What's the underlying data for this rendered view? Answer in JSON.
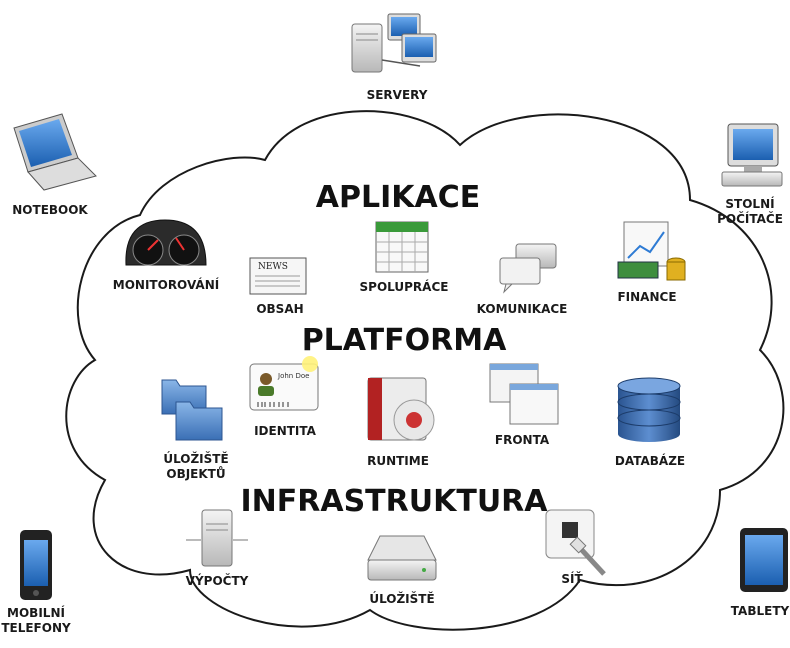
{
  "sections": {
    "applications": "APLIKACE",
    "platform": "PLATFORMA",
    "infrastructure": "INFRASTRUKTURA"
  },
  "devices": {
    "servers": "SERVERY",
    "notebook": "NOTEBOOK",
    "desktops": [
      "STOLNÍ",
      "POČÍTAČE"
    ],
    "phones": [
      "MOBILNÍ",
      "TELEFONY"
    ],
    "tablets": "TABLETY"
  },
  "applications": {
    "monitoring": "MONITOROVÁNÍ",
    "content": "OBSAH",
    "collaboration": "SPOLUPRÁCE",
    "communication": "KOMUNIKACE",
    "finance": "FINANCE"
  },
  "platform": {
    "object_storage": [
      "ÚLOŽIŠTĚ",
      "OBJEKTŮ"
    ],
    "identity": "IDENTITA",
    "runtime": "RUNTIME",
    "queue": "FRONTA",
    "database": "DATABÁZE"
  },
  "infrastructure": {
    "compute": "VÝPOČTY",
    "storage": "ÚLOŽIŠTĚ",
    "network": "SÍŤ"
  },
  "icon_text": {
    "newspaper": "NEWS",
    "id_card_name": "John Doe"
  },
  "colors": {
    "cloud_stroke": "#1a1a1a",
    "folder_blue": "#4a7fc1",
    "database_blue": "#2f5f9e",
    "runtime_red": "#b22222",
    "money_green": "#3e8e3e",
    "coin_gold": "#e0b020"
  }
}
